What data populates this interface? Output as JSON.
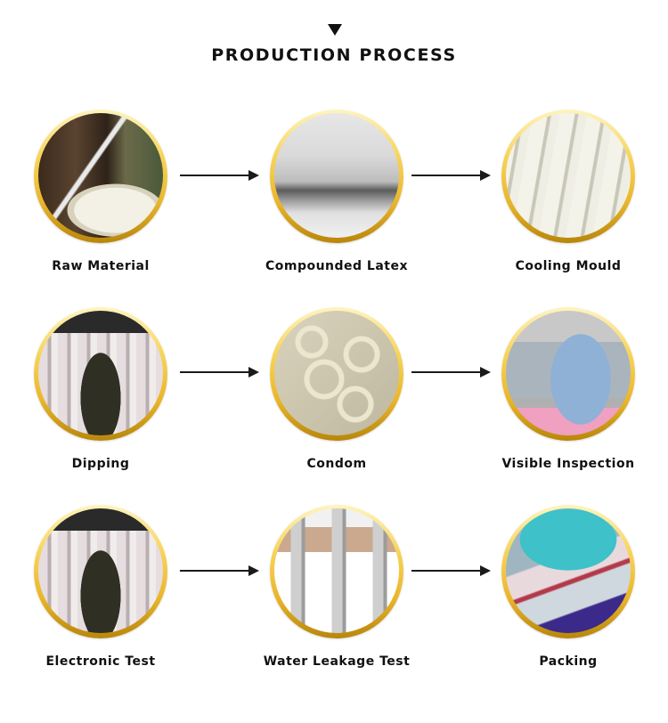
{
  "header": {
    "marker_icon": "triangle-down",
    "title": "PRODUCTION PROCESS"
  },
  "theme": {
    "ring_light": "#f7d45a",
    "ring_dark": "#b8860b",
    "arrow_color": "#1a1a1a",
    "text_color": "#111111"
  },
  "steps": [
    {
      "label": "Raw Material",
      "image": "rubber-tree-tapping"
    },
    {
      "label": "Compounded Latex",
      "image": "factory-production-line"
    },
    {
      "label": "Cooling Mould",
      "image": "white-glass-moulds"
    },
    {
      "label": "Dipping",
      "image": "dipping-machine"
    },
    {
      "label": "Condom",
      "image": "condom-pile"
    },
    {
      "label": "Visible Inspection",
      "image": "worker-inspection"
    },
    {
      "label": "Electronic Test",
      "image": "electronic-test-machine"
    },
    {
      "label": "Water Leakage Test",
      "image": "worker-with-mandrels"
    },
    {
      "label": "Packing",
      "image": "foil-packs"
    }
  ]
}
